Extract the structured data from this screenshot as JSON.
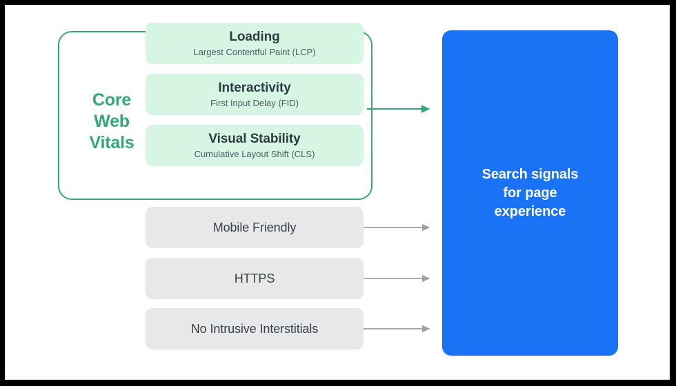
{
  "diagram": {
    "title": "Search signals for page experience",
    "colors": {
      "green_accent": "#34a877",
      "green_card": "#d7f5e3",
      "grey_card": "#e7e8ea",
      "blue_panel": "#1a73f5",
      "arrow_grey": "#9aa0a6",
      "text_dark": "#2b3c42",
      "frame_black": "#000000"
    },
    "core_web_vitals": {
      "label": "Core\nWeb\nVitals",
      "cards": [
        {
          "title": "Loading",
          "subtitle": "Largest Contentful Paint (LCP)",
          "metric_abbr": "LCP"
        },
        {
          "title": "Interactivity",
          "subtitle": "First Input Delay (FID)",
          "metric_abbr": "FID"
        },
        {
          "title": "Visual Stability",
          "subtitle": "Cumulative Layout Shift (CLS)",
          "metric_abbr": "CLS"
        }
      ]
    },
    "other_signals": [
      {
        "label": "Mobile Friendly"
      },
      {
        "label": "HTTPS"
      },
      {
        "label": "No Intrusive Interstitials"
      }
    ],
    "outcome": {
      "label": "Search signals\nfor page\nexperience"
    },
    "arrows": [
      {
        "from": "core-web-vitals-group",
        "to": "outcome-panel",
        "color": "#34a877"
      },
      {
        "from": "signal-mobile-friendly",
        "to": "outcome-panel",
        "color": "#9aa0a6"
      },
      {
        "from": "signal-https",
        "to": "outcome-panel",
        "color": "#9aa0a6"
      },
      {
        "from": "signal-no-intrusive-interstitials",
        "to": "outcome-panel",
        "color": "#9aa0a6"
      }
    ]
  }
}
